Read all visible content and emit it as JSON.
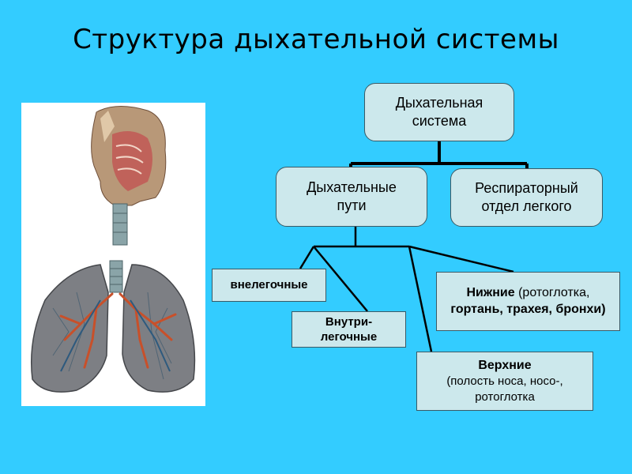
{
  "title": "Структура дыхательной системы",
  "nodes": {
    "root": {
      "line1": "Дыхательная",
      "line2": "система"
    },
    "airways": {
      "line1": "Дыхательные",
      "line2": "пути"
    },
    "respiratory": {
      "line1": "Респираторный",
      "line2": "отдел легкого"
    },
    "extrapulmonary": {
      "label": "внелегочные"
    },
    "intrapulmonary": {
      "line1": "Внутри-",
      "line2": "легочные"
    },
    "lower": {
      "head": "Нижние",
      "detail1": "(ротоглотка,",
      "line2": "гортань, трахея, бронхи)"
    },
    "upper": {
      "head": "Верхние",
      "line2": "(полость носа, носо-,",
      "line3": "ротоглотка"
    }
  },
  "colors": {
    "background": "#33ccff",
    "box_fill": "#cce8ec",
    "connector": "#000000"
  },
  "illustration": {
    "icon": "respiratory-system-anatomy-icon"
  }
}
